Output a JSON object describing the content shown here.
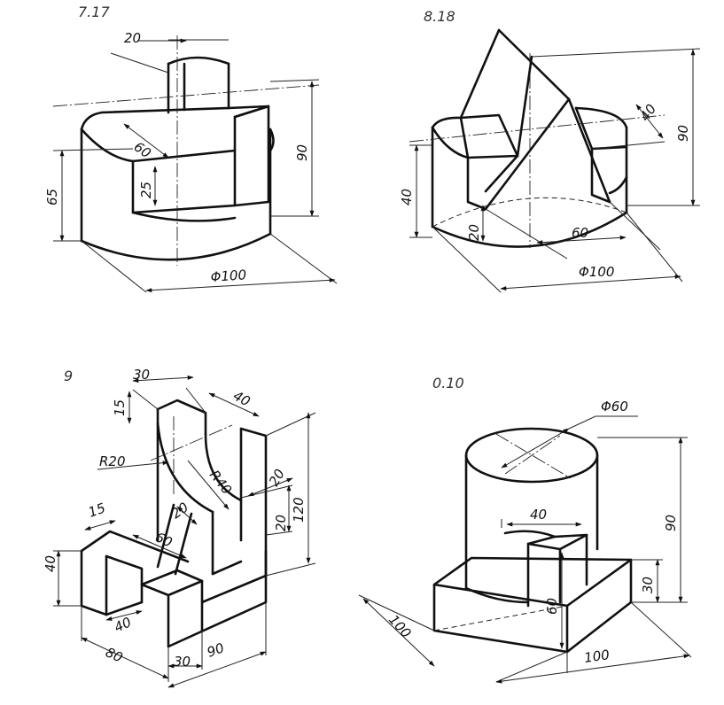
{
  "figures": [
    {
      "number": "7.17",
      "dimensions": {
        "d1": "20",
        "d2": "60",
        "d3": "25",
        "d4": "65",
        "d5": "90",
        "d6": "Φ100"
      }
    },
    {
      "number": "8.18",
      "dimensions": {
        "d1": "40",
        "d2": "90",
        "d3": "40",
        "d4": "20",
        "d5": "60",
        "d6": "Φ100"
      }
    },
    {
      "number": "9",
      "dimensions": {
        "d1": "30",
        "d2": "15",
        "d3": "40",
        "d4": "R20",
        "d5": "R40",
        "d6": "20",
        "d7": "120",
        "d8": "20",
        "d9": "60",
        "d10": "20",
        "d11": "15",
        "d12": "40",
        "d13": "40",
        "d14": "80",
        "d15": "30",
        "d16": "90"
      }
    },
    {
      "number": "0.10",
      "dimensions": {
        "d1": "Φ60",
        "d2": "40",
        "d3": "90",
        "d4": "30",
        "d5": "60",
        "d6": "100",
        "d7": "100"
      }
    }
  ]
}
